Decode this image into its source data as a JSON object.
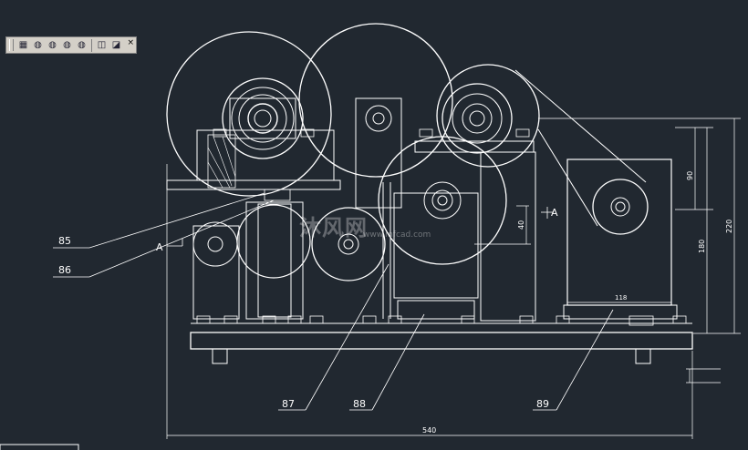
{
  "toolbar": {
    "buttons": [
      {
        "name": "view-front-icon",
        "glyph": "▦"
      },
      {
        "name": "view-top-icon",
        "glyph": "◍"
      },
      {
        "name": "view-left-icon",
        "glyph": "◍"
      },
      {
        "name": "view-right-icon",
        "glyph": "◍"
      },
      {
        "name": "view-iso-icon",
        "glyph": "◍"
      },
      {
        "name": "view-cube-icon",
        "glyph": "◫"
      },
      {
        "name": "view-camera-icon",
        "glyph": "◪"
      }
    ],
    "close_glyph": "×"
  },
  "drawing": {
    "callouts": [
      "85",
      "86",
      "87",
      "88",
      "89"
    ],
    "section_mark": "A",
    "dims": {
      "overall_width": "540",
      "height_220": "220",
      "height_180": "180",
      "height_90": "90",
      "dim_40": "40",
      "dim_118": "118"
    },
    "colors": {
      "background": "#212830",
      "lines": "#ffffff"
    }
  },
  "watermark": {
    "text": "沐风网",
    "sub": "www.mfcad.com"
  }
}
